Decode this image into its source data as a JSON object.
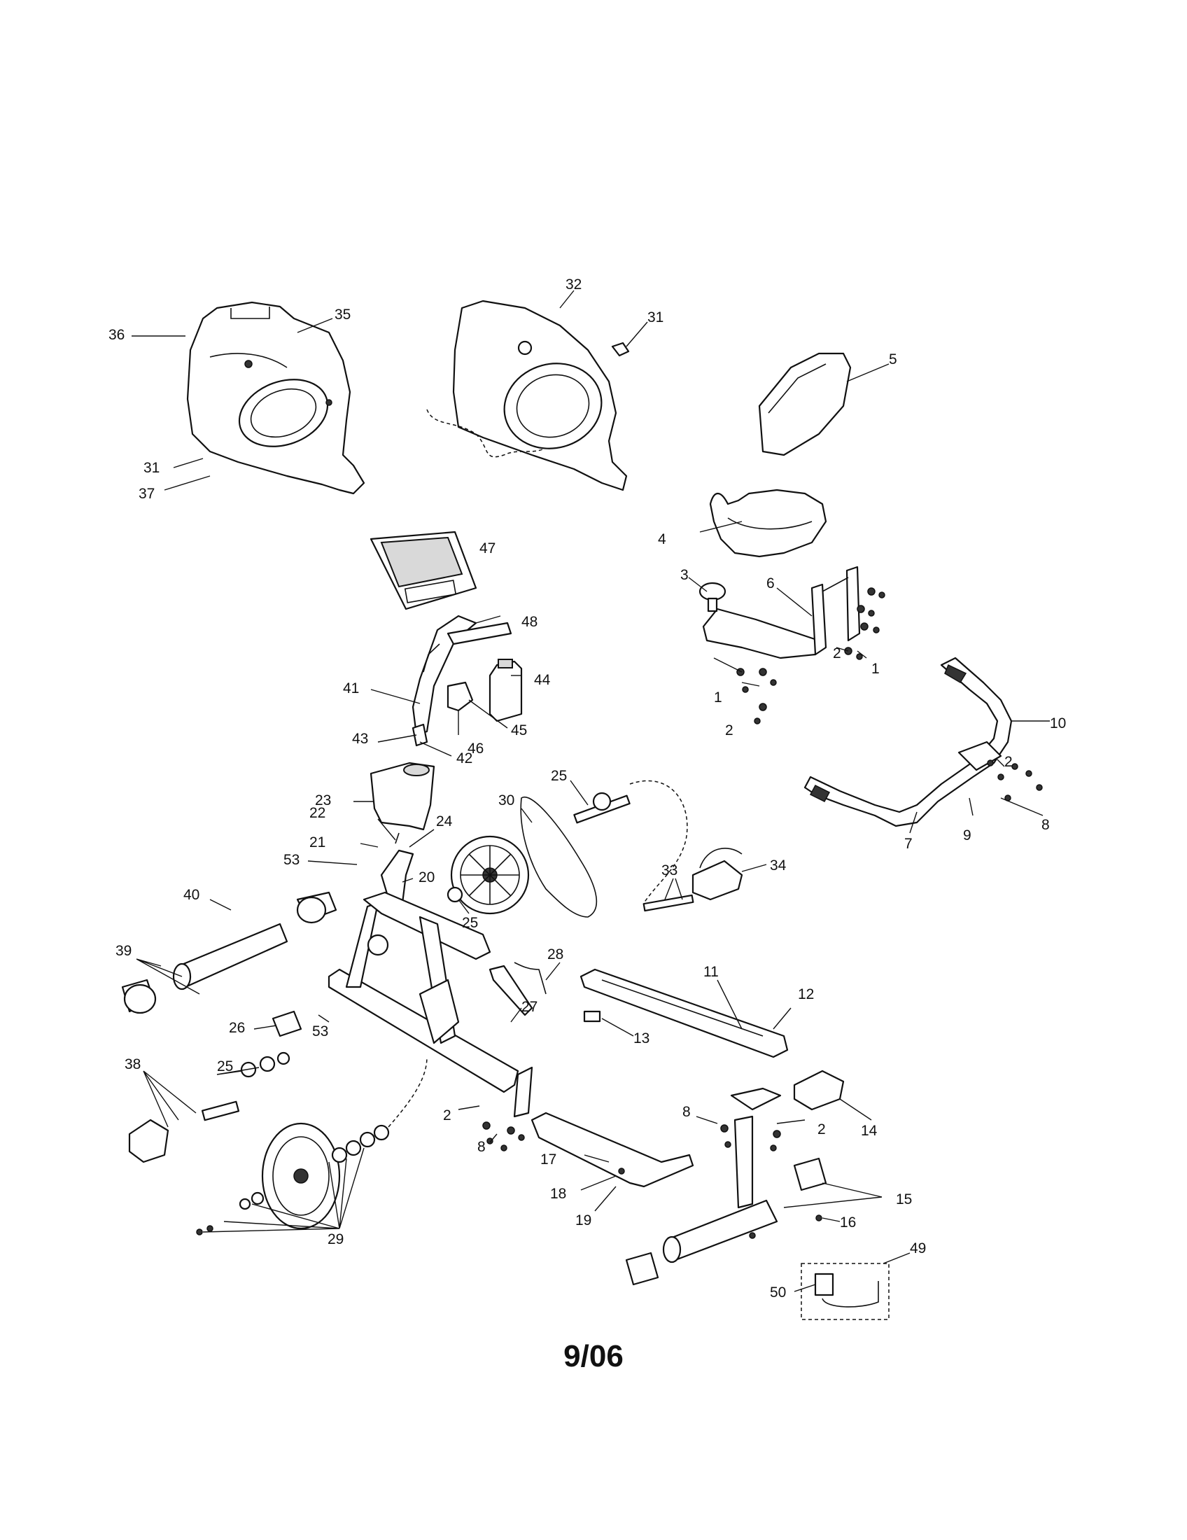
{
  "footer": {
    "date": "9/06"
  },
  "callouts": [
    "1",
    "1",
    "2",
    "2",
    "2",
    "2",
    "2",
    "3",
    "4",
    "5",
    "6",
    "7",
    "8",
    "8",
    "8",
    "9",
    "10",
    "11",
    "12",
    "13",
    "14",
    "15",
    "16",
    "17",
    "18",
    "19",
    "20",
    "21",
    "22",
    "23",
    "24",
    "25",
    "25",
    "25",
    "26",
    "27",
    "28",
    "29",
    "30",
    "31",
    "31",
    "32",
    "33",
    "34",
    "35",
    "36",
    "37",
    "38",
    "39",
    "40",
    "41",
    "42",
    "43",
    "44",
    "45",
    "46",
    "47",
    "48",
    "49",
    "50",
    "53",
    "53"
  ]
}
